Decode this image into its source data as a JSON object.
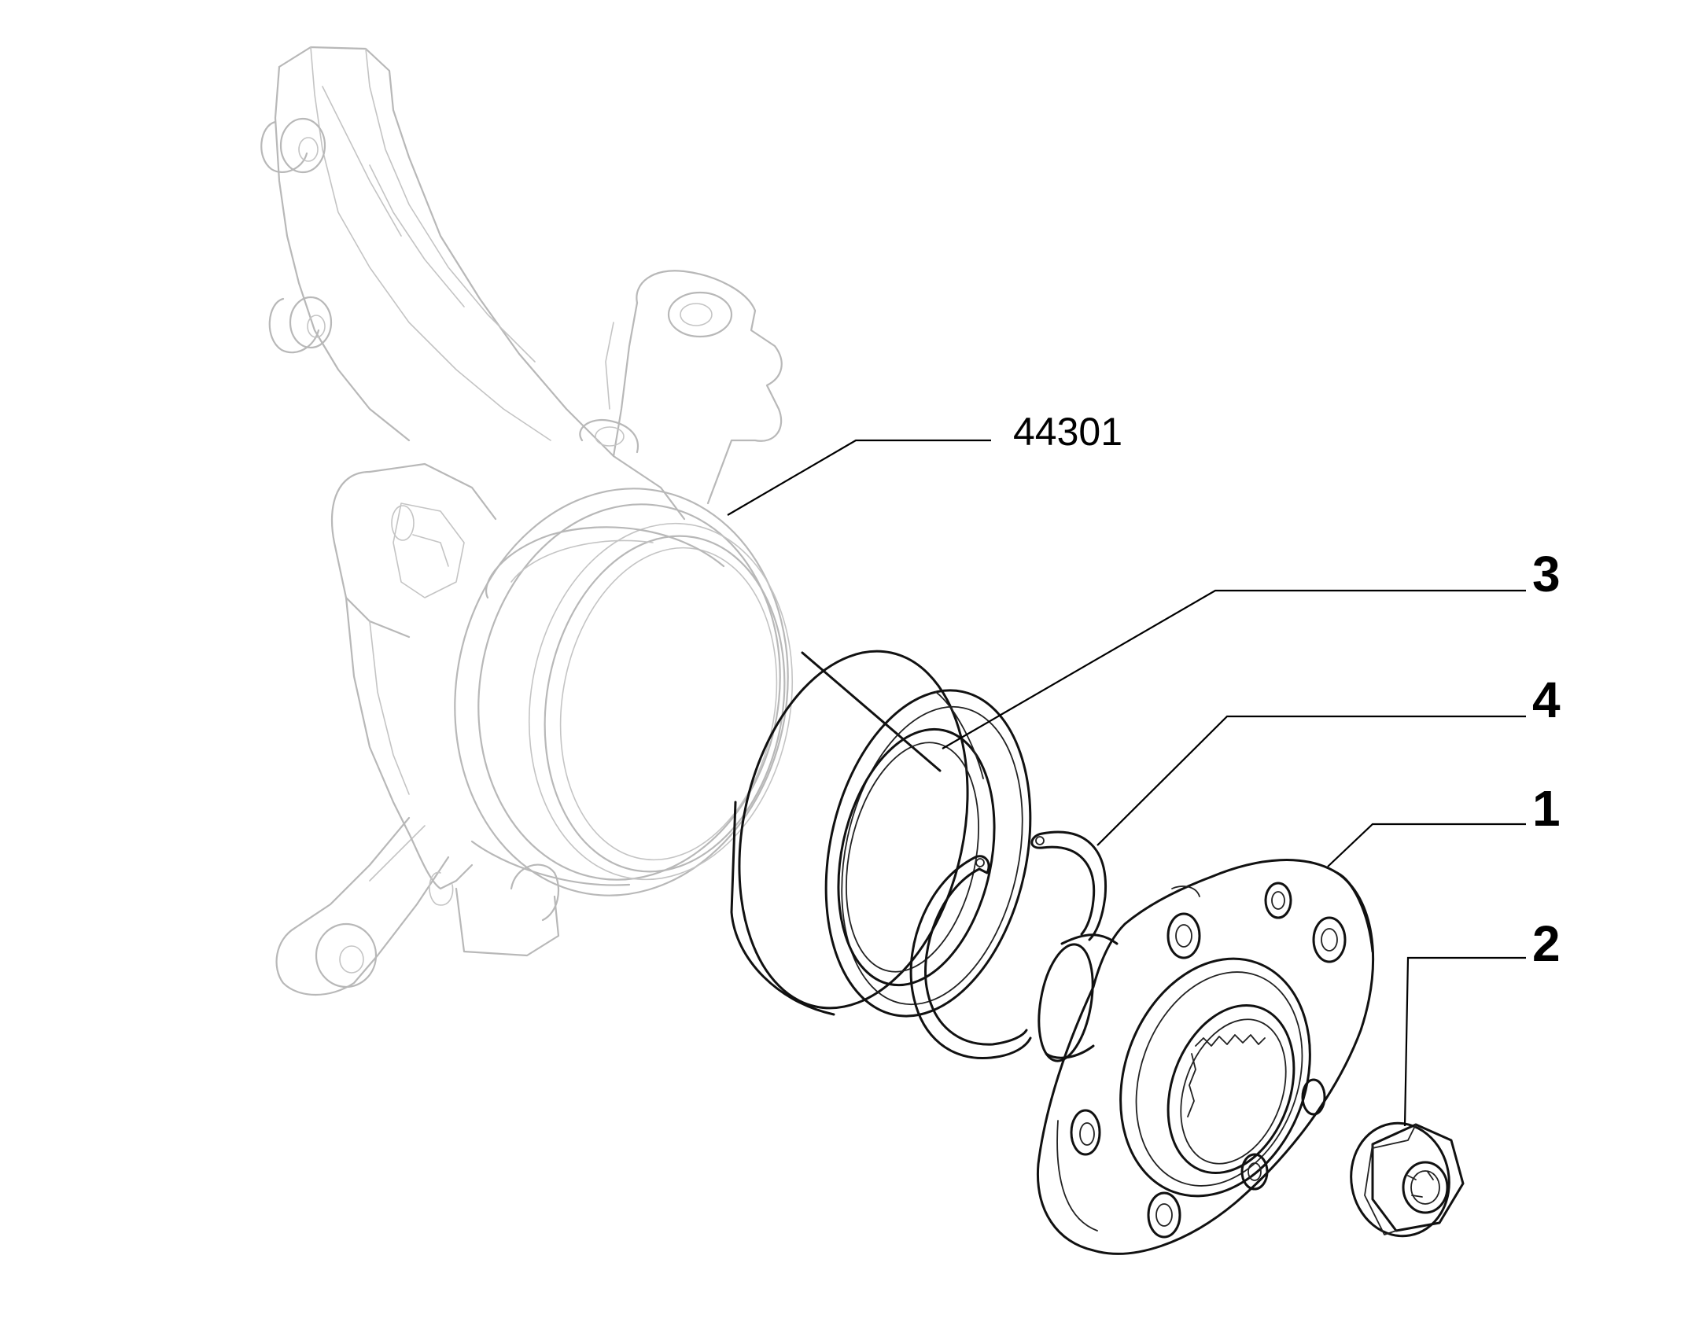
{
  "callouts": {
    "knuckle": "44301",
    "bearing": "3",
    "circlip": "4",
    "hub": "1",
    "nut": "2"
  }
}
